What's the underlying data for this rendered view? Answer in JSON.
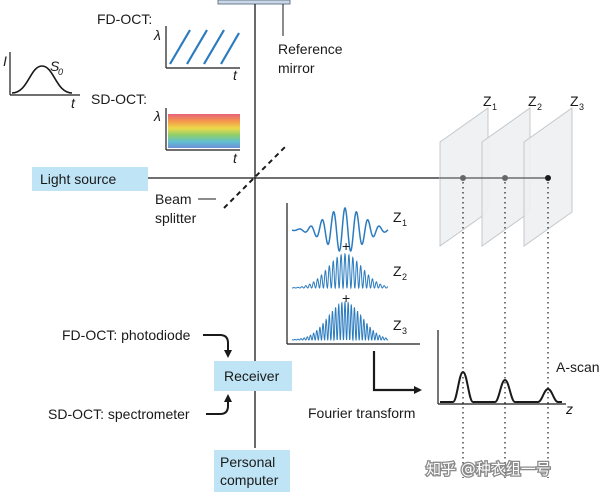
{
  "fdoct_label": "FD-OCT:",
  "sdoct_label": "SD-OCT:",
  "lambda": "λ",
  "t": "t",
  "intensity_axis": "I",
  "s0_letter": "S",
  "s0_sub": "0",
  "reference_mirror": [
    "Reference",
    "mirror"
  ],
  "light_source": "Light source",
  "beam_splitter": [
    "Beam",
    "splitter"
  ],
  "z_letter": "Z",
  "z_subs": [
    "1",
    "2",
    "3"
  ],
  "plus": "+",
  "fourier_transform": "Fourier transform",
  "a_scan": "A-scan",
  "z_axis": "z",
  "fd_photodiode": "FD-OCT: photodiode",
  "sd_spectrometer": "SD-OCT: spectrometer",
  "receiver": "Receiver",
  "personal_computer": [
    "Personal",
    "computer"
  ],
  "watermark": "知乎 @种衣组一号",
  "colors": {
    "box_fill": "#bfe4f5",
    "signal_blue": "#2b7bbf",
    "line_dark": "#1a1a1a",
    "plane_fill": "#eef0f2",
    "plane_stroke": "#c4c8cc"
  }
}
